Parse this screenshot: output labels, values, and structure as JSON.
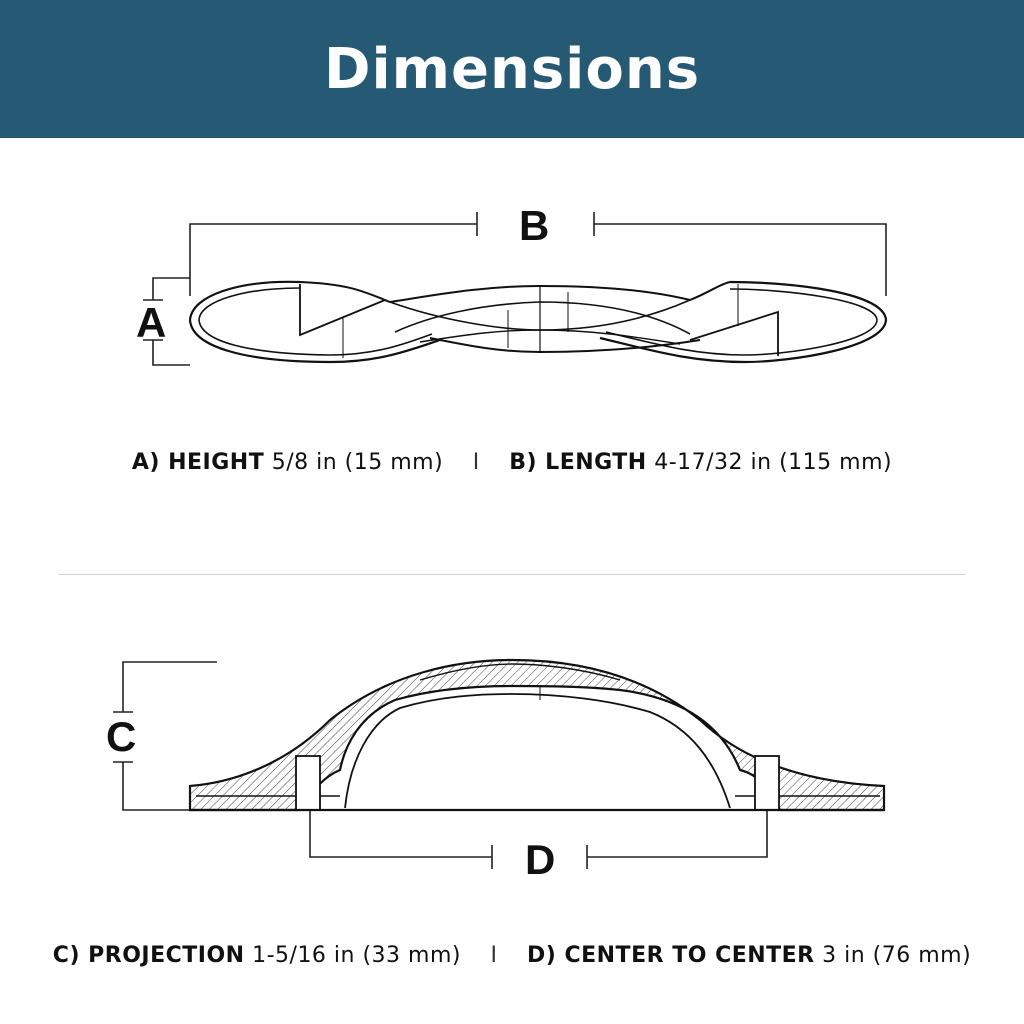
{
  "header": {
    "title": "Dimensions"
  },
  "labels": {
    "a": "A",
    "b": "B",
    "c": "C",
    "d": "D"
  },
  "top_caption": {
    "a_label": "A) HEIGHT",
    "a_value": "5/8 in (15 mm)",
    "separator": "I",
    "b_label": "B) LENGTH",
    "b_value": "4-17/32 in (115 mm)"
  },
  "bottom_caption": {
    "c_label": "C) PROJECTION",
    "c_value": "1-5/16 in (33 mm)",
    "separator": "I",
    "d_label": "D) CENTER TO CENTER",
    "d_value": "3 in (76 mm)"
  },
  "colors": {
    "header_bg": "#265a74",
    "header_text": "#ffffff",
    "line": "#222222",
    "divider": "#d2d2d2"
  }
}
